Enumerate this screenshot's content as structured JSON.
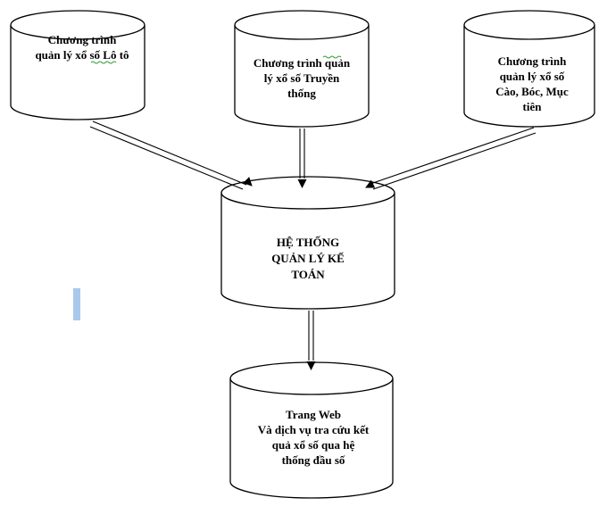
{
  "nodes": {
    "loto": {
      "lines": [
        "Chương trình",
        "quản lý xổ số Lô tô"
      ]
    },
    "truyen_thong": {
      "lines": [
        "Chương trình  quản",
        "lý xổ số Truyền",
        "thống"
      ]
    },
    "cao_boc": {
      "lines": [
        "Chương trình",
        "quản lý xổ số",
        "Cào, Bóc, Mục",
        "tiên"
      ]
    },
    "ke_toan": {
      "lines": [
        "HỆ THỐNG",
        "QUẢN LÝ KẾ",
        "TOÁN"
      ]
    },
    "web": {
      "lines": [
        "Trang Web",
        "Và dịch vụ tra cứu kết",
        "quả xổ số qua hệ",
        "thống đầu số"
      ]
    }
  },
  "edges": [
    {
      "from": "loto",
      "to": "ke_toan"
    },
    {
      "from": "truyen_thong",
      "to": "ke_toan"
    },
    {
      "from": "cao_boc",
      "to": "ke_toan"
    },
    {
      "from": "ke_toan",
      "to": "web"
    }
  ]
}
